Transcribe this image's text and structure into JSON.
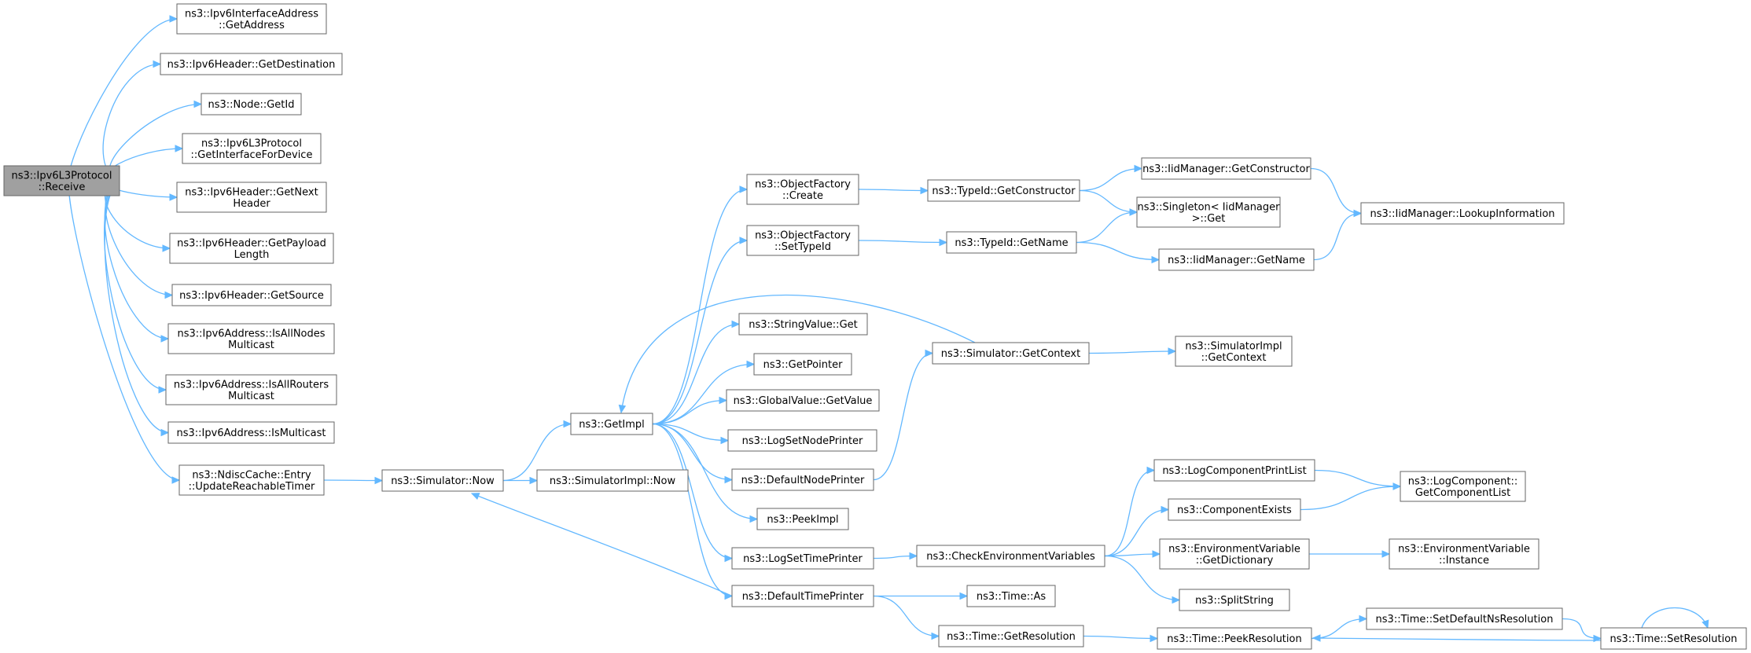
{
  "graph": {
    "nodes": [
      {
        "id": "receive",
        "lines": [
          "ns3::Ipv6L3Protocol",
          "::Receive"
        ],
        "root": true
      },
      {
        "id": "ifaddr_getaddress",
        "lines": [
          "ns3::Ipv6InterfaceAddress",
          "::GetAddress"
        ]
      },
      {
        "id": "hdr_getdestination",
        "lines": [
          "ns3::Ipv6Header::GetDestination"
        ]
      },
      {
        "id": "node_getid",
        "lines": [
          "ns3::Node::GetId"
        ]
      },
      {
        "id": "l3_getinterfacefordevice",
        "lines": [
          "ns3::Ipv6L3Protocol",
          "::GetInterfaceForDevice"
        ]
      },
      {
        "id": "hdr_getnextheader",
        "lines": [
          "ns3::Ipv6Header::GetNext",
          "Header"
        ]
      },
      {
        "id": "hdr_getpayloadlength",
        "lines": [
          "ns3::Ipv6Header::GetPayload",
          "Length"
        ]
      },
      {
        "id": "hdr_getsource",
        "lines": [
          "ns3::Ipv6Header::GetSource"
        ]
      },
      {
        "id": "addr_isallnodes",
        "lines": [
          "ns3::Ipv6Address::IsAllNodes",
          "Multicast"
        ]
      },
      {
        "id": "addr_isallrouters",
        "lines": [
          "ns3::Ipv6Address::IsAllRouters",
          "Multicast"
        ]
      },
      {
        "id": "addr_ismulticast",
        "lines": [
          "ns3::Ipv6Address::IsMulticast"
        ]
      },
      {
        "id": "ndisc_update",
        "lines": [
          "ns3::NdiscCache::Entry",
          "::UpdateReachableTimer"
        ]
      },
      {
        "id": "sim_now",
        "lines": [
          "ns3::Simulator::Now"
        ]
      },
      {
        "id": "simimpl_now",
        "lines": [
          "ns3::SimulatorImpl::Now"
        ]
      },
      {
        "id": "getimpl",
        "lines": [
          "ns3::GetImpl"
        ]
      },
      {
        "id": "of_create",
        "lines": [
          "ns3::ObjectFactory",
          "::Create"
        ]
      },
      {
        "id": "of_settypeid",
        "lines": [
          "ns3::ObjectFactory",
          "::SetTypeId"
        ]
      },
      {
        "id": "stringvalue_get",
        "lines": [
          "ns3::StringValue::Get"
        ]
      },
      {
        "id": "getpointer",
        "lines": [
          "ns3::GetPointer"
        ]
      },
      {
        "id": "globalvalue_getvalue",
        "lines": [
          "ns3::GlobalValue::GetValue"
        ]
      },
      {
        "id": "logsetnodeprinter",
        "lines": [
          "ns3::LogSetNodePrinter"
        ]
      },
      {
        "id": "defaultnodeprinter",
        "lines": [
          "ns3::DefaultNodePrinter"
        ]
      },
      {
        "id": "peekimpl",
        "lines": [
          "ns3::PeekImpl"
        ]
      },
      {
        "id": "logsettimeprinter",
        "lines": [
          "ns3::LogSetTimePrinter"
        ]
      },
      {
        "id": "defaulttimeprinter",
        "lines": [
          "ns3::DefaultTimePrinter"
        ]
      },
      {
        "id": "typeid_getconstructor",
        "lines": [
          "ns3::TypeId::GetConstructor"
        ]
      },
      {
        "id": "typeid_getname",
        "lines": [
          "ns3::TypeId::GetName"
        ]
      },
      {
        "id": "sim_getcontext",
        "lines": [
          "ns3::Simulator::GetContext"
        ]
      },
      {
        "id": "checkenv",
        "lines": [
          "ns3::CheckEnvironmentVariables"
        ]
      },
      {
        "id": "time_as",
        "lines": [
          "ns3::Time::As"
        ]
      },
      {
        "id": "time_getresolution",
        "lines": [
          "ns3::Time::GetResolution"
        ]
      },
      {
        "id": "iidm_getconstructor",
        "lines": [
          "ns3::IidManager::GetConstructor"
        ]
      },
      {
        "id": "singleton_get",
        "lines": [
          "ns3::Singleton< IidManager",
          ">::Get"
        ]
      },
      {
        "id": "iidm_getname",
        "lines": [
          "ns3::IidManager::GetName"
        ]
      },
      {
        "id": "simimpl_getcontext",
        "lines": [
          "ns3::SimulatorImpl",
          "::GetContext"
        ]
      },
      {
        "id": "logcomponentprintlist",
        "lines": [
          "ns3::LogComponentPrintList"
        ]
      },
      {
        "id": "componentexists",
        "lines": [
          "ns3::ComponentExists"
        ]
      },
      {
        "id": "envvar_getdictionary",
        "lines": [
          "ns3::EnvironmentVariable",
          "::GetDictionary"
        ]
      },
      {
        "id": "splitstring",
        "lines": [
          "ns3::SplitString"
        ]
      },
      {
        "id": "time_peekresolution",
        "lines": [
          "ns3::Time::PeekResolution"
        ]
      },
      {
        "id": "time_setdefaultnsresolution",
        "lines": [
          "ns3::Time::SetDefaultNsResolution"
        ]
      },
      {
        "id": "iidm_lookupinformation",
        "lines": [
          "ns3::IidManager::LookupInformation"
        ]
      },
      {
        "id": "logcomponent_getcomponentlist",
        "lines": [
          "ns3::LogComponent::",
          "GetComponentList"
        ]
      },
      {
        "id": "envvar_instance",
        "lines": [
          "ns3::EnvironmentVariable",
          "::Instance"
        ]
      },
      {
        "id": "time_setresolution",
        "lines": [
          "ns3::Time::SetResolution"
        ]
      }
    ],
    "edges": [
      [
        "receive",
        "ifaddr_getaddress"
      ],
      [
        "receive",
        "hdr_getdestination"
      ],
      [
        "receive",
        "node_getid"
      ],
      [
        "receive",
        "l3_getinterfacefordevice"
      ],
      [
        "receive",
        "hdr_getnextheader"
      ],
      [
        "receive",
        "hdr_getpayloadlength"
      ],
      [
        "receive",
        "hdr_getsource"
      ],
      [
        "receive",
        "addr_isallnodes"
      ],
      [
        "receive",
        "addr_isallrouters"
      ],
      [
        "receive",
        "addr_ismulticast"
      ],
      [
        "receive",
        "ndisc_update"
      ],
      [
        "ndisc_update",
        "sim_now"
      ],
      [
        "sim_now",
        "simimpl_now"
      ],
      [
        "sim_now",
        "getimpl"
      ],
      [
        "getimpl",
        "of_create"
      ],
      [
        "getimpl",
        "of_settypeid"
      ],
      [
        "getimpl",
        "stringvalue_get"
      ],
      [
        "getimpl",
        "getpointer"
      ],
      [
        "getimpl",
        "globalvalue_getvalue"
      ],
      [
        "getimpl",
        "logsetnodeprinter"
      ],
      [
        "getimpl",
        "defaultnodeprinter"
      ],
      [
        "getimpl",
        "peekimpl"
      ],
      [
        "getimpl",
        "logsettimeprinter"
      ],
      [
        "getimpl",
        "defaulttimeprinter"
      ],
      [
        "of_create",
        "typeid_getconstructor"
      ],
      [
        "of_settypeid",
        "typeid_getname"
      ],
      [
        "typeid_getconstructor",
        "iidm_getconstructor"
      ],
      [
        "typeid_getconstructor",
        "singleton_get"
      ],
      [
        "typeid_getname",
        "singleton_get"
      ],
      [
        "typeid_getname",
        "iidm_getname"
      ],
      [
        "iidm_getconstructor",
        "iidm_lookupinformation"
      ],
      [
        "iidm_getname",
        "iidm_lookupinformation"
      ],
      [
        "sim_getcontext",
        "getimpl"
      ],
      [
        "sim_getcontext",
        "simimpl_getcontext"
      ],
      [
        "defaultnodeprinter",
        "sim_getcontext"
      ],
      [
        "defaulttimeprinter",
        "sim_now"
      ],
      [
        "defaulttimeprinter",
        "time_as"
      ],
      [
        "defaulttimeprinter",
        "time_getresolution"
      ],
      [
        "logsettimeprinter",
        "checkenv"
      ],
      [
        "checkenv",
        "logcomponentprintlist"
      ],
      [
        "checkenv",
        "componentexists"
      ],
      [
        "checkenv",
        "envvar_getdictionary"
      ],
      [
        "checkenv",
        "splitstring"
      ],
      [
        "logcomponentprintlist",
        "logcomponent_getcomponentlist"
      ],
      [
        "componentexists",
        "logcomponent_getcomponentlist"
      ],
      [
        "envvar_getdictionary",
        "envvar_instance"
      ],
      [
        "time_getresolution",
        "time_peekresolution"
      ],
      [
        "time_peekresolution",
        "time_setdefaultnsresolution"
      ],
      [
        "time_setdefaultnsresolution",
        "time_setresolution"
      ],
      [
        "time_setresolution",
        "time_peekresolution"
      ],
      [
        "time_setresolution",
        "time_setresolution"
      ]
    ]
  }
}
